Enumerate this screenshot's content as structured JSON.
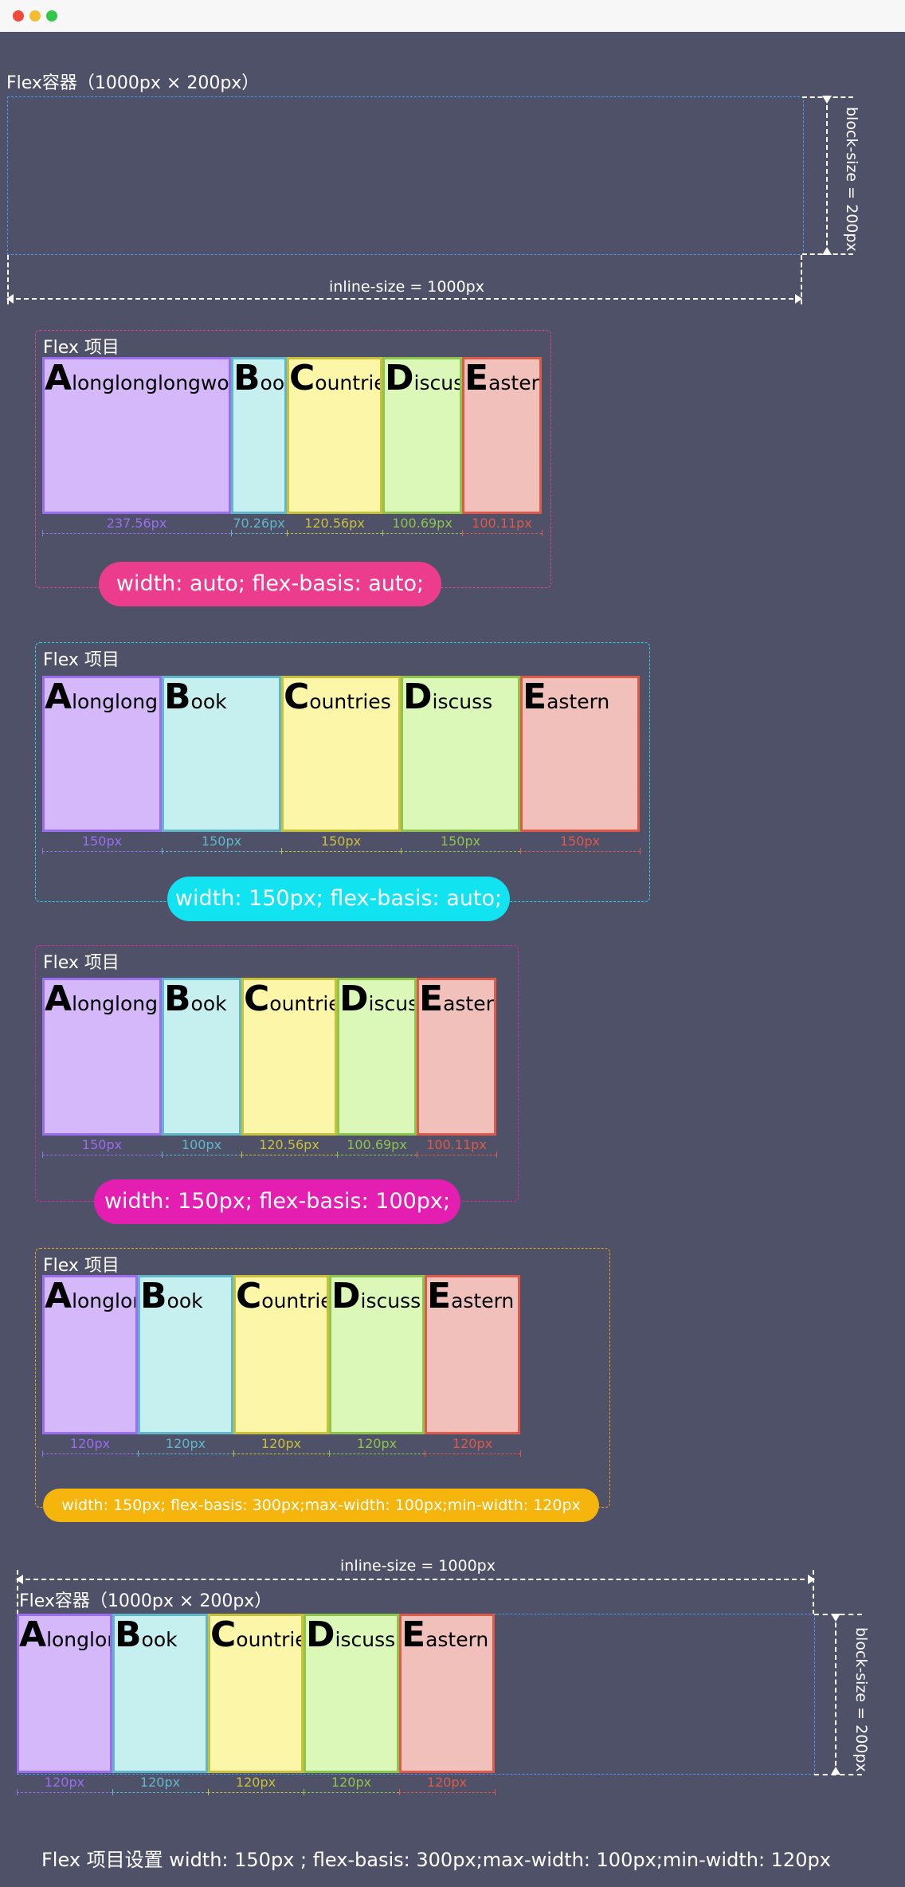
{
  "colors": {
    "background": "#4f5169",
    "a": {
      "fill": "#d4b8fa",
      "border": "#9a6cf0"
    },
    "b": {
      "fill": "#c6f0ef",
      "border": "#5fb7c9"
    },
    "c": {
      "fill": "#fbf6a8",
      "border": "#c9c03a"
    },
    "d": {
      "fill": "#dcf8b8",
      "border": "#8ec44a"
    },
    "e": {
      "fill": "#f1c0ba",
      "border": "#dd5a4a"
    }
  },
  "window": {
    "controls": [
      "close",
      "minimize",
      "maximize"
    ]
  },
  "container_top": {
    "title": "Flex容器（1000px × 200px）",
    "block_size": "block-size = 200px",
    "inline_size": "inline-size = 1000px"
  },
  "items": [
    {
      "initial": "A",
      "rest": "longlonglongword"
    },
    {
      "initial": "B",
      "rest": "ook"
    },
    {
      "initial": "C",
      "rest": "ountries"
    },
    {
      "initial": "D",
      "rest": "iscuss"
    },
    {
      "initial": "E",
      "rest": "astern"
    }
  ],
  "examples": [
    {
      "title": "Flex 项目",
      "label": "width: auto; flex-basis: auto;",
      "label_color": "#ec3c8d",
      "border_color": "#e0468f",
      "widths": [
        "237.56px",
        "70.26px",
        "120.56px",
        "100.69px",
        "100.11px"
      ]
    },
    {
      "title": "Flex 项目",
      "label": "width: 150px; flex-basis: auto;",
      "label_color": "#11e3f1",
      "border_color": "#22d8e8",
      "widths": [
        "150px",
        "150px",
        "150px",
        "150px",
        "150px"
      ]
    },
    {
      "title": "Flex 项目",
      "label": "width: 150px; flex-basis: 100px;",
      "label_color": "#e31eb1",
      "border_color": "#d7299e",
      "widths": [
        "150px",
        "100px",
        "120.56px",
        "100.69px",
        "100.11px"
      ]
    },
    {
      "title": "Flex 项目",
      "label": "width: 150px; flex-basis: 300px;max-width: 100px;min-width: 120px",
      "label_color": "#f5b50c",
      "border_color": "#e8a812",
      "widths": [
        "120px",
        "120px",
        "120px",
        "120px",
        "120px"
      ]
    }
  ],
  "container_bottom": {
    "title": "Flex容器（1000px × 200px）",
    "block_size": "block-size = 200px",
    "inline_size": "inline-size = 1000px",
    "widths": [
      "120px",
      "120px",
      "120px",
      "120px",
      "120px"
    ]
  },
  "footer": "Flex 项目设置 width: 150px ; flex-basis: 300px;max-width: 100px;min-width: 120px"
}
